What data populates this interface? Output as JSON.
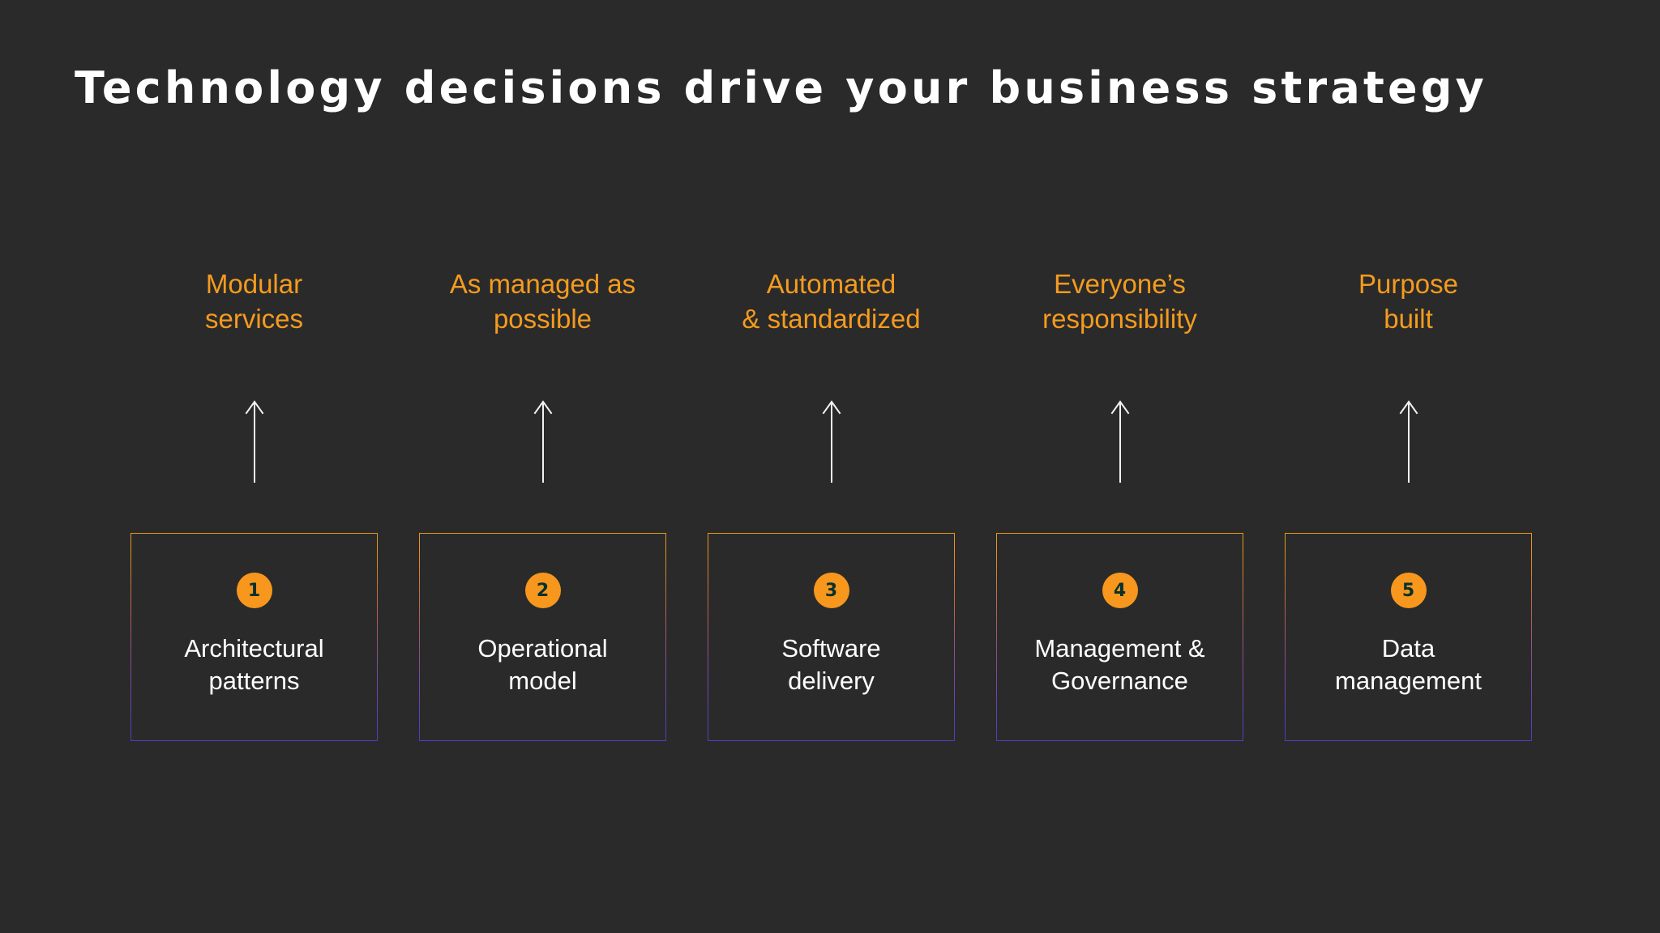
{
  "slide": {
    "title": "Technology decisions drive your business strategy",
    "background_color": "#2a2a2a",
    "accent_color": "#f59b1e",
    "badge_color": "#f7971d",
    "badge_text_color": "#08312c",
    "text_color": "#ffffff",
    "border_gradient_from": "#e8951f",
    "border_gradient_to": "#4a3fbf",
    "arrow_color": "#f2f2f2"
  },
  "columns": [
    {
      "heading": "Modular\nservices",
      "arrow": "arrow-up-icon",
      "number": "1",
      "label": "Architectural\npatterns"
    },
    {
      "heading": "As managed as\npossible",
      "arrow": "arrow-up-icon",
      "number": "2",
      "label": "Operational\nmodel"
    },
    {
      "heading": "Automated\n& standardized",
      "arrow": "arrow-up-icon",
      "number": "3",
      "label": "Software\ndelivery"
    },
    {
      "heading": "Everyone’s\nresponsibility",
      "arrow": "arrow-up-icon",
      "number": "4",
      "label": "Management &\nGovernance"
    },
    {
      "heading": "Purpose\nbuilt",
      "arrow": "arrow-up-icon",
      "number": "5",
      "label": "Data\nmanagement"
    }
  ]
}
